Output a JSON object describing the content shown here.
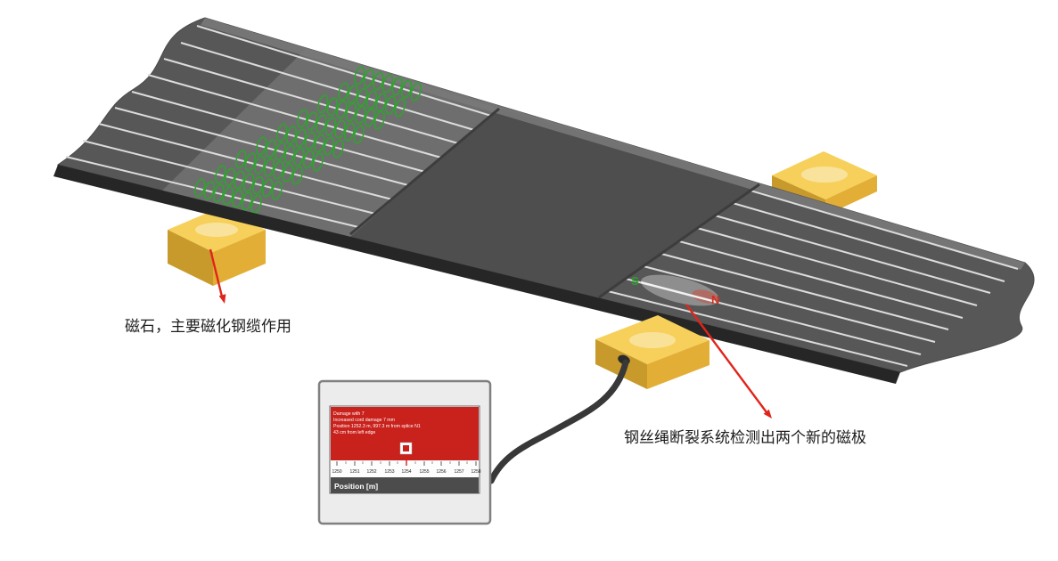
{
  "annotations": {
    "magnet_label": "磁石，主要磁化钢缆作用",
    "detection_label": "钢丝绳断裂系统检测出两个新的磁极"
  },
  "poles": {
    "south": "S",
    "north": "N"
  },
  "monitor": {
    "screen_lines": [
      "Damage with 7",
      "Increased cord damage 7 mm",
      "Position 1252.3 m, 997.3 m from splice N1",
      "43 cm from left edge"
    ],
    "axis_label": "Position [m]",
    "ticks": [
      "1250",
      "1251",
      "1252",
      "1253",
      "1254",
      "1255",
      "1256",
      "1257",
      "1258"
    ]
  },
  "colors": {
    "belt": "#575757",
    "belt_cover": "#4e4e4e",
    "belt_edge": "#262626",
    "magnet_top": "#f6d05a",
    "magnet_front": "#e3ae35",
    "magnet_side": "#c89a2b",
    "coil": "#2fa32f",
    "cable": "#dcdcdc",
    "arrow": "#e0251b",
    "screen": "#c9211c",
    "pole_south": "#28a428",
    "pole_north": "#d22f22"
  }
}
